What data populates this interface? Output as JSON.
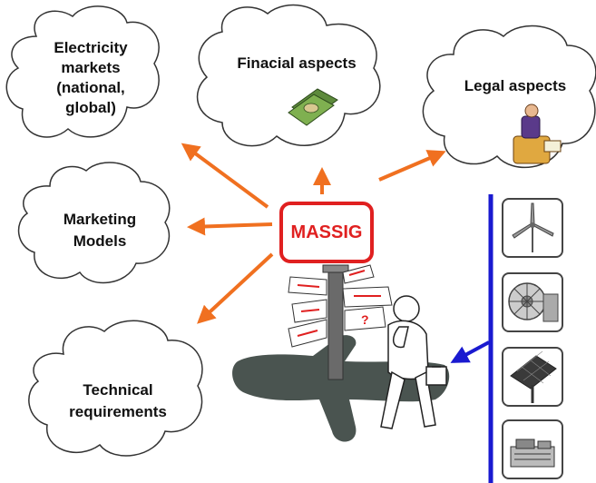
{
  "diagram": {
    "center_label": "MASSIG",
    "topics": [
      {
        "id": "electricity",
        "lines": [
          "Electricity",
          "markets",
          "(national,",
          "global)"
        ]
      },
      {
        "id": "financial",
        "lines": [
          "Finacial aspects"
        ]
      },
      {
        "id": "legal",
        "lines": [
          "Legal aspects"
        ]
      },
      {
        "id": "marketing",
        "lines": [
          "Marketing",
          "Models"
        ]
      },
      {
        "id": "technical",
        "lines": [
          "Technical",
          "requirements"
        ]
      }
    ],
    "technologies": [
      "wind-turbine-icon",
      "water-wheel-icon",
      "solar-panel-icon",
      "generator-icon"
    ],
    "colors": {
      "arrow": "#f07020",
      "center": "#e02020",
      "bar": "#1a1ad0",
      "shadow": "#4a5450",
      "cloud_stroke": "#333333"
    }
  }
}
